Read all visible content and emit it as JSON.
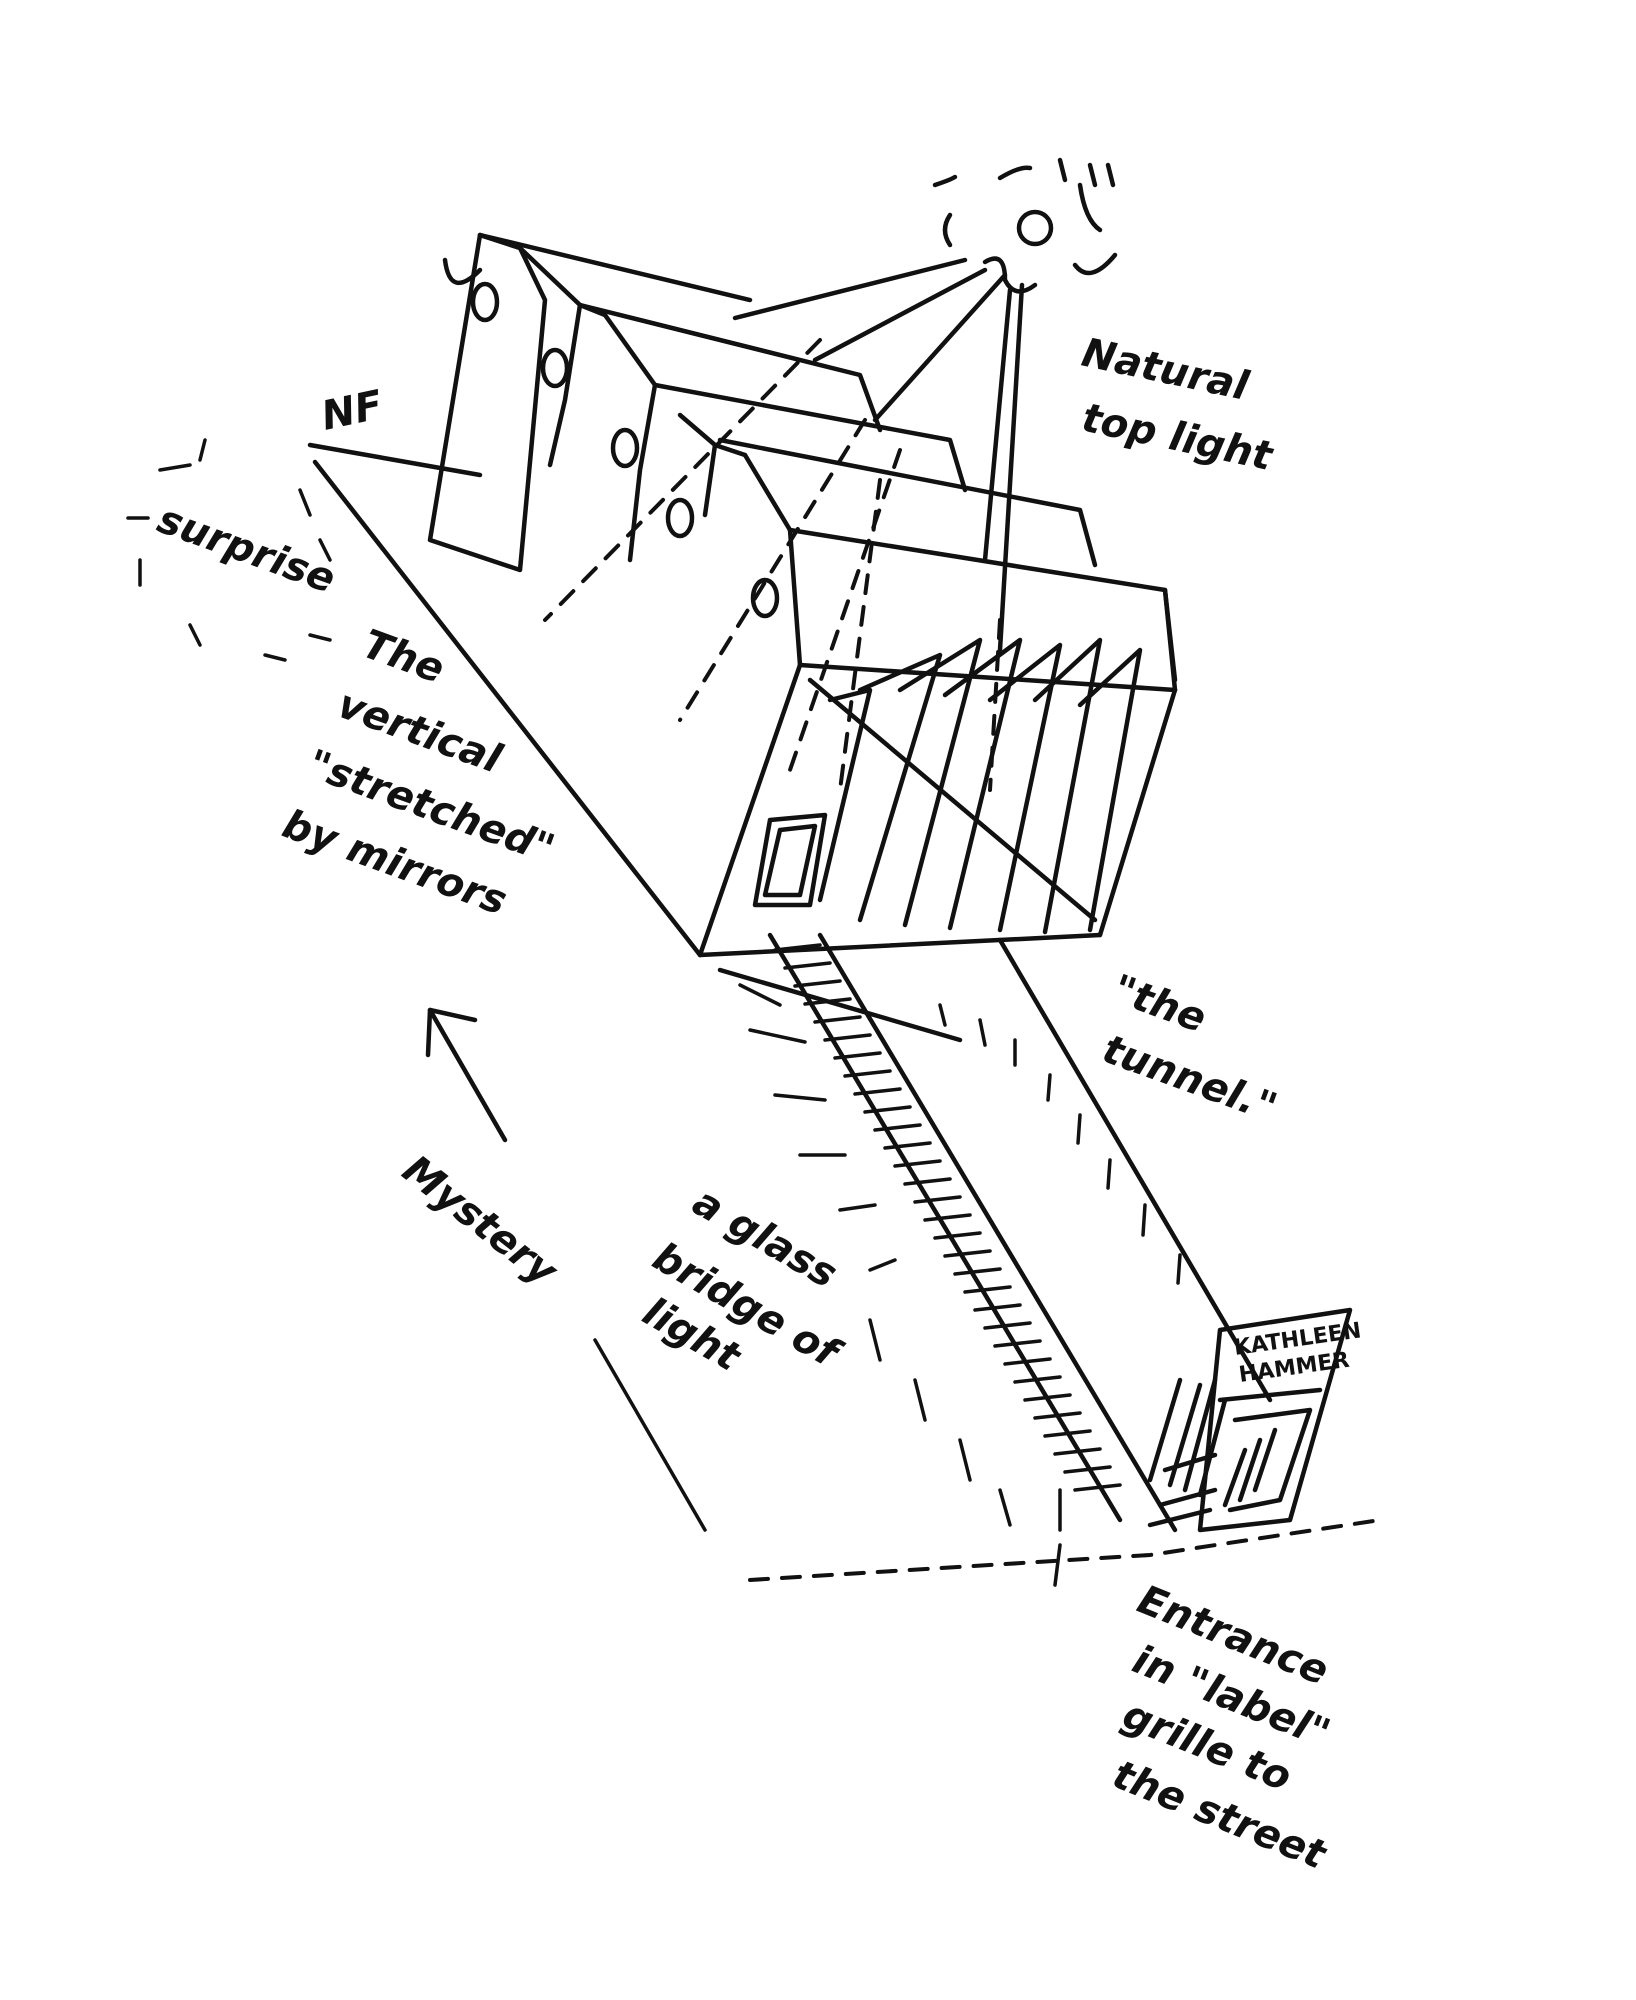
{
  "annotations": {
    "natural_top_light": [
      "Natural",
      "top light"
    ],
    "nf": "NF",
    "surprise": "surprise",
    "vertical_stretched": [
      "The",
      "vertical",
      "\"stretched\"",
      "by mirrors"
    ],
    "the_tunnel": [
      "\"the",
      "tunnel.\""
    ],
    "mystery": "Mystery",
    "glass_bridge": [
      "a glass",
      "bridge of",
      "light"
    ],
    "entrance": [
      "Entrance",
      "in \"label\"",
      "grille to",
      "the street"
    ],
    "sign": [
      "KATHLEEN",
      "HAMMER"
    ]
  },
  "colors": {
    "ink": "#111111",
    "paper": "#ffffff"
  }
}
